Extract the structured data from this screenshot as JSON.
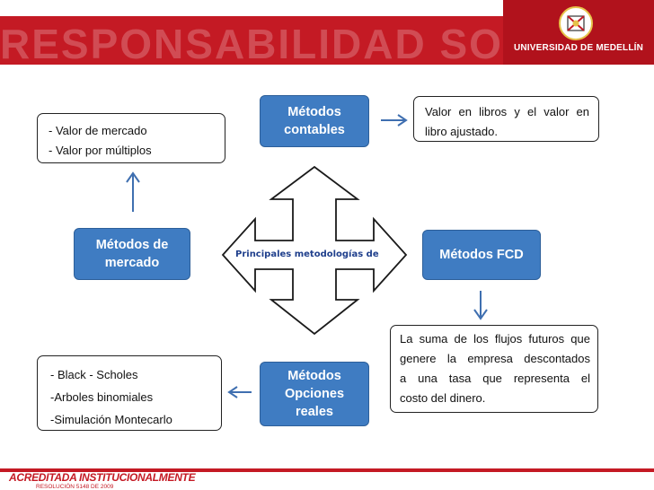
{
  "header": {
    "watermark": "RESPONSABILIDAD SOCIAL",
    "university": "UNIVERSIDAD DE MEDELLÍN"
  },
  "center_label": "Principales metodologías de val",
  "nodes": {
    "contables": {
      "label": "Métodos contables"
    },
    "mercado": {
      "label": "Métodos de mercado"
    },
    "fcd": {
      "label": "Métodos FCD"
    },
    "opciones": {
      "label": "Métodos Opciones reales"
    }
  },
  "notes": {
    "mercado": [
      "- Valor de mercado",
      "- Valor por múltiplos"
    ],
    "contables": [
      "Valor en libros y el valor en",
      "libro ajustado."
    ],
    "fcd": [
      "La suma de los flujos futuros que",
      "genere la empresa descontados",
      "a una tasa que representa el",
      "costo del dinero."
    ],
    "opciones": [
      "-    Black - Scholes",
      "-Arboles binomiales",
      "-Simulación Montecarlo"
    ]
  },
  "footer": {
    "title": "ACREDITADA INSTITUCIONALMENTE",
    "subtitle": "RESOLUCIÓN 5148 DE 2009"
  },
  "colors": {
    "brand_red": "#c41a24",
    "node_blue": "#3f7cc2",
    "arrow_blue": "#3f6fb0",
    "label_navy": "#1f3f8c"
  }
}
